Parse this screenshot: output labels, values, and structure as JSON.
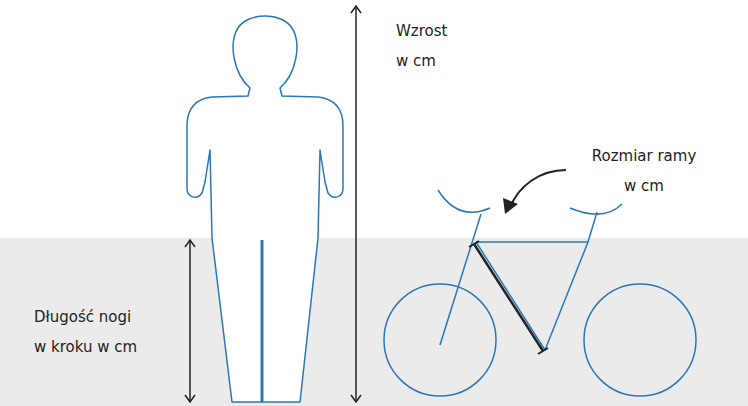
{
  "diagram": {
    "labels": [
      "Wzrost w cm",
      "Rozmiar ramy w cm",
      "Długość nogi w kroku w cm"
    ]
  }
}
